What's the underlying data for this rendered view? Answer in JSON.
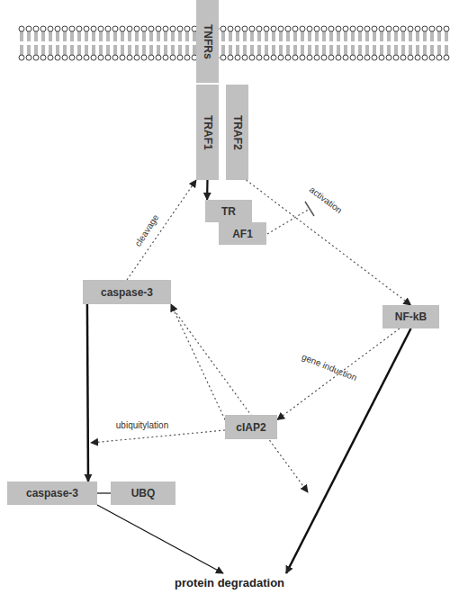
{
  "diagram": {
    "nodes": [
      {
        "text": [
          "TNFRs"
        ]
      },
      {
        "text": [
          "TRAF1"
        ]
      },
      {
        "text": [
          "TRAF2"
        ]
      },
      {
        "text": [
          "TR"
        ]
      },
      {
        "text": [
          "AF1"
        ]
      },
      {
        "text": [
          "caspase-3"
        ]
      },
      {
        "text": [
          "NF-kB"
        ]
      },
      {
        "text": [
          "cIAP2"
        ]
      },
      {
        "text": [
          "caspase-3"
        ]
      },
      {
        "text": [
          "UBQ"
        ]
      },
      {
        "text": [
          "protein degradation"
        ]
      }
    ],
    "edges": [
      {
        "from": 1,
        "to": 3,
        "arrow": "to"
      },
      {
        "from": 2,
        "to": 6,
        "label": "activation",
        "arrow": "to"
      },
      {
        "from": 5,
        "to": 1,
        "label": "cleavage",
        "arrow": "to"
      },
      {
        "from": 6,
        "to": 7,
        "label": "gene induction",
        "arrow": "to"
      },
      {
        "from": 7,
        "to": 5,
        "arrow": "to"
      },
      {
        "from": 5,
        "to": 8,
        "arrow": "to"
      },
      {
        "from": 8,
        "to": 9,
        "arrow": "none"
      },
      {
        "from": 6,
        "to": 10,
        "arrow": "to"
      },
      {
        "from": 8,
        "to": 10,
        "arrow": "to"
      }
    ],
    "labels": [
      "ubiquitylation"
    ]
  }
}
